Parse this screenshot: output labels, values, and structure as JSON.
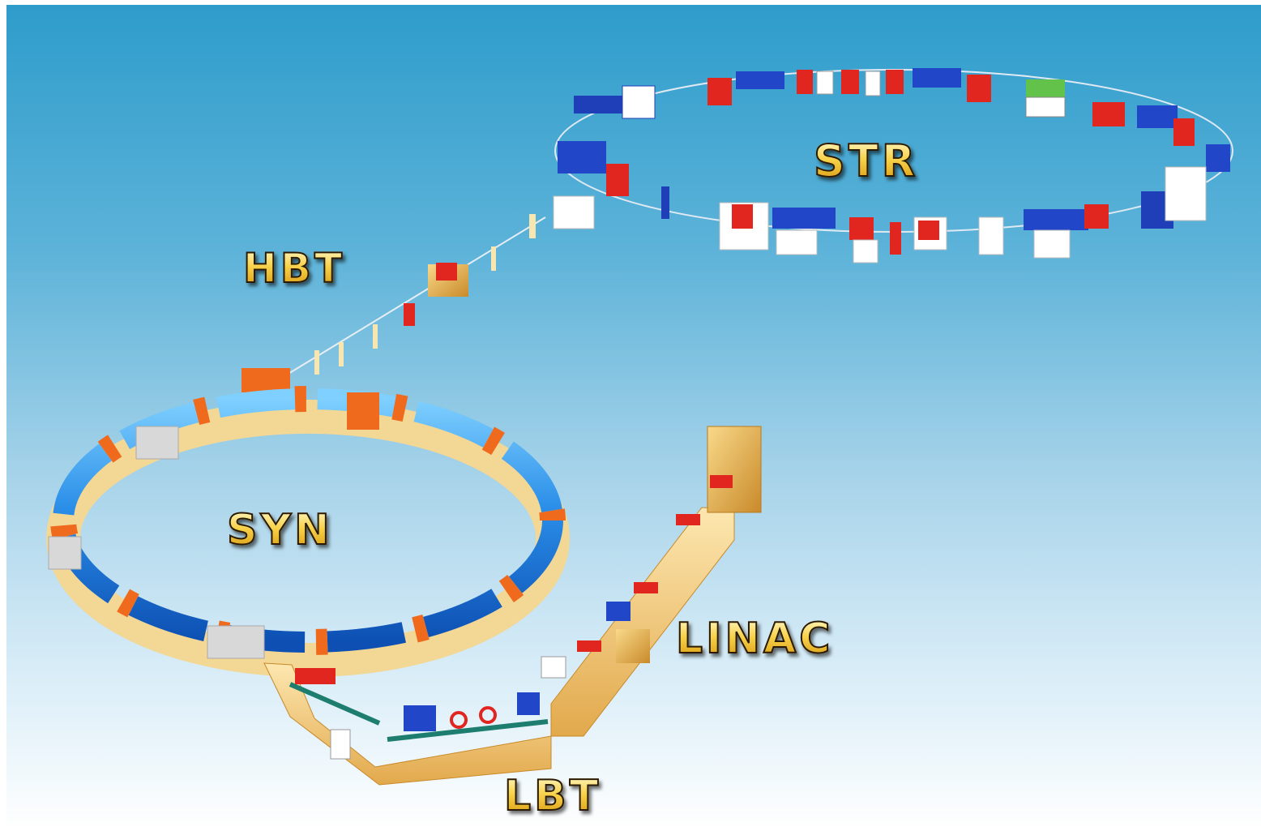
{
  "labels": {
    "str": "STR",
    "hbt": "HBT",
    "syn": "SYN",
    "linac": "LINAC",
    "lbt": "LBT"
  },
  "colors": {
    "background_top": "#2e9ccb",
    "background_bottom": "#ffffff",
    "magnet_blue": "#1f6fd6",
    "stand_yellow": "#f4c76a",
    "flange_orange": "#ef6a1c",
    "element_red": "#e0261f",
    "label_gold": "#f6c63a"
  }
}
